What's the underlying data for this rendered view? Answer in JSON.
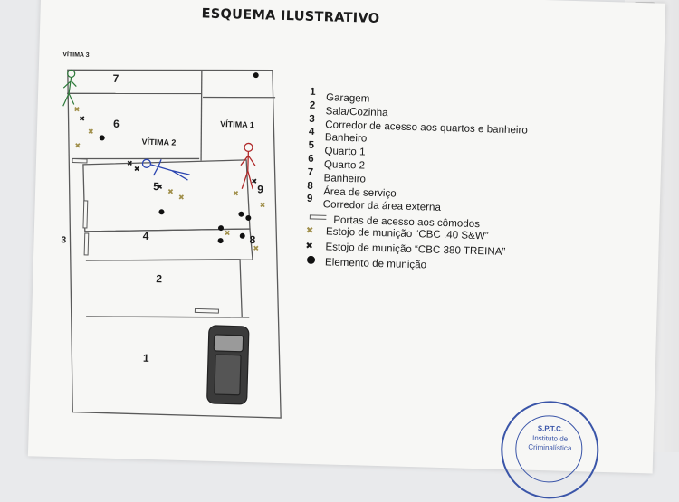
{
  "title": "ESQUEMA ILUSTRATIVO",
  "victims": {
    "v1": "VÍTIMA 1",
    "v2": "VÍTIMA 2",
    "v3": "VÍTIMA 3"
  },
  "rooms": [
    {
      "num": "1",
      "name": "Garagem"
    },
    {
      "num": "2",
      "name": "Sala/Cozinha"
    },
    {
      "num": "3",
      "name": "Corredor de acesso aos quartos e banheiro"
    },
    {
      "num": "4",
      "name": "Banheiro"
    },
    {
      "num": "5",
      "name": "Quarto 1"
    },
    {
      "num": "6",
      "name": "Quarto 2"
    },
    {
      "num": "7",
      "name": "Banheiro"
    },
    {
      "num": "8",
      "name": "Área de serviço"
    },
    {
      "num": "9",
      "name": "Corredor da área externa"
    }
  ],
  "legend_symbols": [
    {
      "symbol": "door",
      "label": "Portas de acesso aos cômodos"
    },
    {
      "symbol": "casing-40",
      "label": "Estojo de munição “CBC .40 S&W”",
      "color": "#a08f4a"
    },
    {
      "symbol": "casing-380",
      "label": "Estojo de munição “CBC 380 TREINA”",
      "color": "#1b1b1b"
    },
    {
      "symbol": "ammo-element",
      "label": "Elemento de munição",
      "color": "#111111"
    }
  ],
  "stamp": {
    "line1": "S.P.T.C.",
    "line2": "Instituto de",
    "line3": "Criminalística"
  },
  "colors": {
    "ink": "#1c1c1c",
    "victim1": "#b02a2a",
    "victim2": "#2b45b0",
    "stamp": "#3a55a8"
  }
}
